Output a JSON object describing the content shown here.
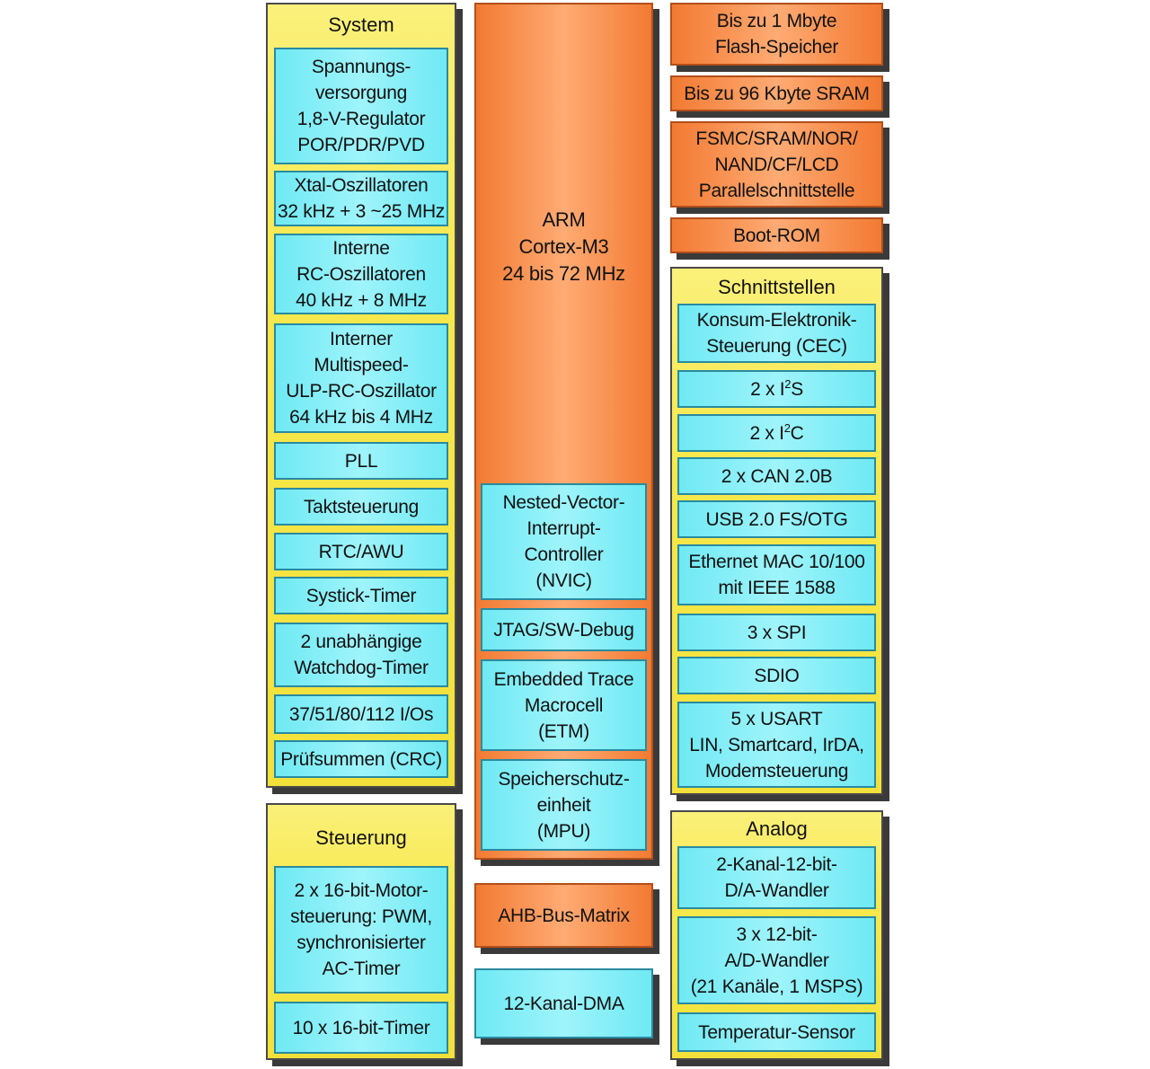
{
  "system": {
    "title": "System",
    "items": [
      {
        "lines": [
          "Spannungs-",
          "versorgung",
          "1,8-V-Regulator",
          "POR/PDR/PVD"
        ]
      },
      {
        "lines": [
          "Xtal-Oszillatoren",
          "32 kHz + 3 ~25 MHz"
        ]
      },
      {
        "lines": [
          "Interne",
          "RC-Oszillatoren",
          "40 kHz + 8 MHz"
        ]
      },
      {
        "lines": [
          "Interner",
          "Multispeed-",
          "ULP-RC-Oszillator",
          "64 kHz bis 4 MHz"
        ]
      },
      {
        "lines": [
          "PLL"
        ]
      },
      {
        "lines": [
          "Taktsteuerung"
        ]
      },
      {
        "lines": [
          "RTC/AWU"
        ]
      },
      {
        "lines": [
          "Systick-Timer"
        ]
      },
      {
        "lines": [
          "2 unabhängige",
          "Watchdog-Timer"
        ]
      },
      {
        "lines": [
          "37/51/80/112 I/Os"
        ]
      },
      {
        "lines": [
          "Prüfsummen (CRC)"
        ]
      }
    ]
  },
  "steuerung": {
    "title": "Steuerung",
    "items": [
      {
        "lines": [
          "2 x 16-bit-Motor-",
          "steuerung: PWM,",
          "synchronisierter",
          "AC-Timer"
        ]
      },
      {
        "lines": [
          "10 x 16-bit-Timer"
        ]
      }
    ]
  },
  "core": {
    "lines": [
      "ARM",
      "Cortex-M3",
      "24 bis 72 MHz"
    ],
    "items": [
      {
        "lines": [
          "Nested-Vector-",
          "Interrupt-",
          "Controller",
          "(NVIC)"
        ]
      },
      {
        "lines": [
          "JTAG/SW-Debug"
        ]
      },
      {
        "lines": [
          "Embedded Trace",
          "Macrocell",
          "(ETM)"
        ]
      },
      {
        "lines": [
          "Speicherschutz-",
          "einheit",
          "(MPU)"
        ]
      }
    ]
  },
  "bus": {
    "ahb": "AHB-Bus-Matrix",
    "dma": "12-Kanal-DMA"
  },
  "memory": [
    {
      "lines": [
        "Bis zu 1 Mbyte",
        "Flash-Speicher"
      ]
    },
    {
      "lines": [
        "Bis zu 96 Kbyte SRAM"
      ]
    },
    {
      "lines": [
        "FSMC/SRAM/NOR/",
        "NAND/CF/LCD",
        "Parallelschnittstelle"
      ]
    },
    {
      "lines": [
        "Boot-ROM"
      ]
    }
  ],
  "schnittstellen": {
    "title": "Schnittstellen",
    "items": [
      {
        "lines": [
          "Konsum-Elektronik-",
          "Steuerung (CEC)"
        ]
      },
      {
        "base": "2 x I",
        "sup": "2",
        "tail": "S"
      },
      {
        "base": "2 x I",
        "sup": "2",
        "tail": "C"
      },
      {
        "lines": [
          "2 x CAN 2.0B"
        ]
      },
      {
        "lines": [
          "USB 2.0 FS/OTG"
        ]
      },
      {
        "lines": [
          "Ethernet MAC 10/100",
          "mit IEEE 1588"
        ]
      },
      {
        "lines": [
          "3 x SPI"
        ]
      },
      {
        "lines": [
          "SDIO"
        ]
      },
      {
        "lines": [
          "5 x USART",
          "LIN, Smartcard, IrDA,",
          "Modemsteuerung"
        ]
      }
    ]
  },
  "analog": {
    "title": "Analog",
    "items": [
      {
        "lines": [
          "2-Kanal-12-bit-",
          "D/A-Wandler"
        ]
      },
      {
        "lines": [
          "3 x 12-bit-",
          "A/D-Wandler",
          "(21 Kanäle, 1 MSPS)"
        ]
      },
      {
        "lines": [
          "Temperatur-Sensor"
        ]
      }
    ]
  },
  "colors": {
    "group_yellow": "#f7e94e",
    "block_cyan": "#8ff1f8",
    "block_orange": "#f8924c"
  }
}
